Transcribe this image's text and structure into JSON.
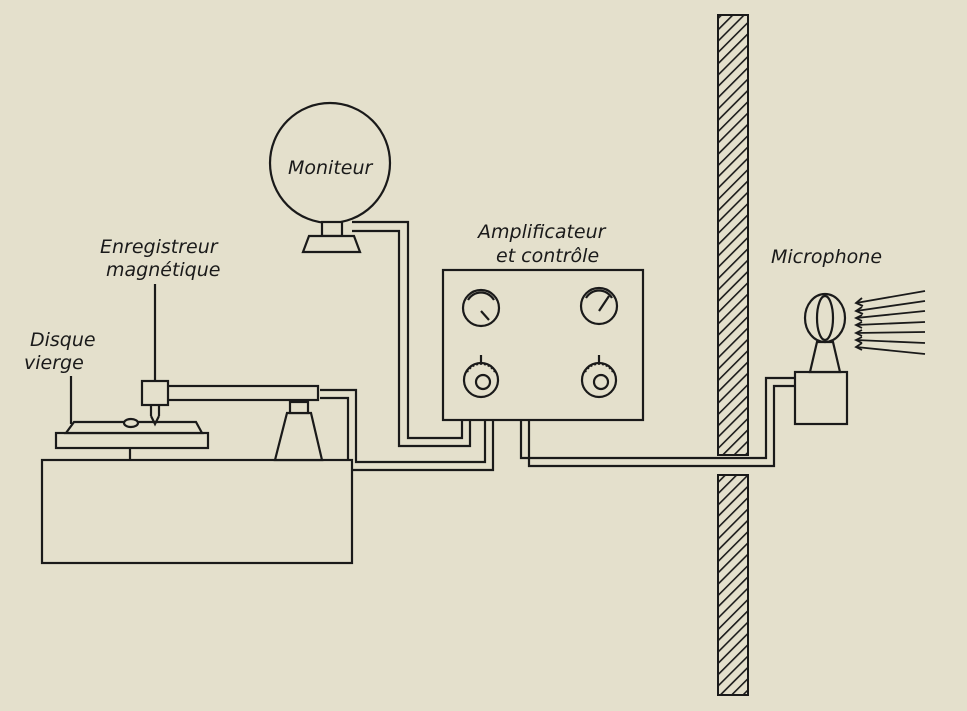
{
  "labels": {
    "moniteur": "Moniteur",
    "amplificateur_line1": "Amplificateur",
    "amplificateur_line2": "et contrôle",
    "enregistreur_line1": "Enregistreur",
    "enregistreur_line2": "magnétique",
    "disque_line1": "Disque",
    "disque_line2": "vierge",
    "microphone": "Microphone"
  },
  "colors": {
    "paper": "#e4e0cc",
    "ink": "#1a1a1a"
  }
}
